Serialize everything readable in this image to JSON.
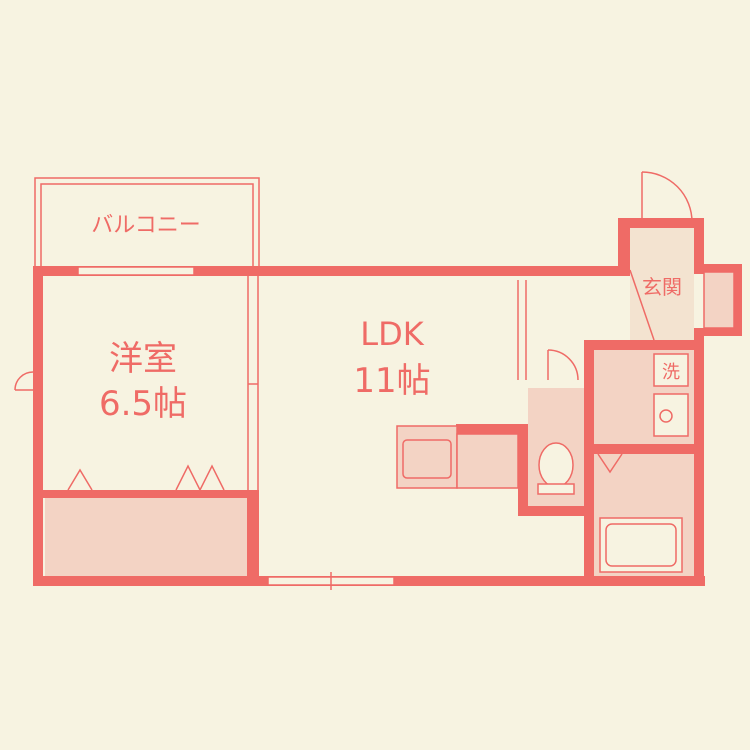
{
  "floorplan": {
    "rooms": {
      "balcony": "バルコニー",
      "western_room_name": "洋室",
      "western_room_size": "6.5帖",
      "ldk_name": "LDK",
      "ldk_size": "11帖",
      "entrance": "玄関",
      "washroom": "洗"
    },
    "colors": {
      "background": "#f7f3e1",
      "wall": "#ef6b66",
      "fixture_fill": "#f3d3c4"
    }
  }
}
